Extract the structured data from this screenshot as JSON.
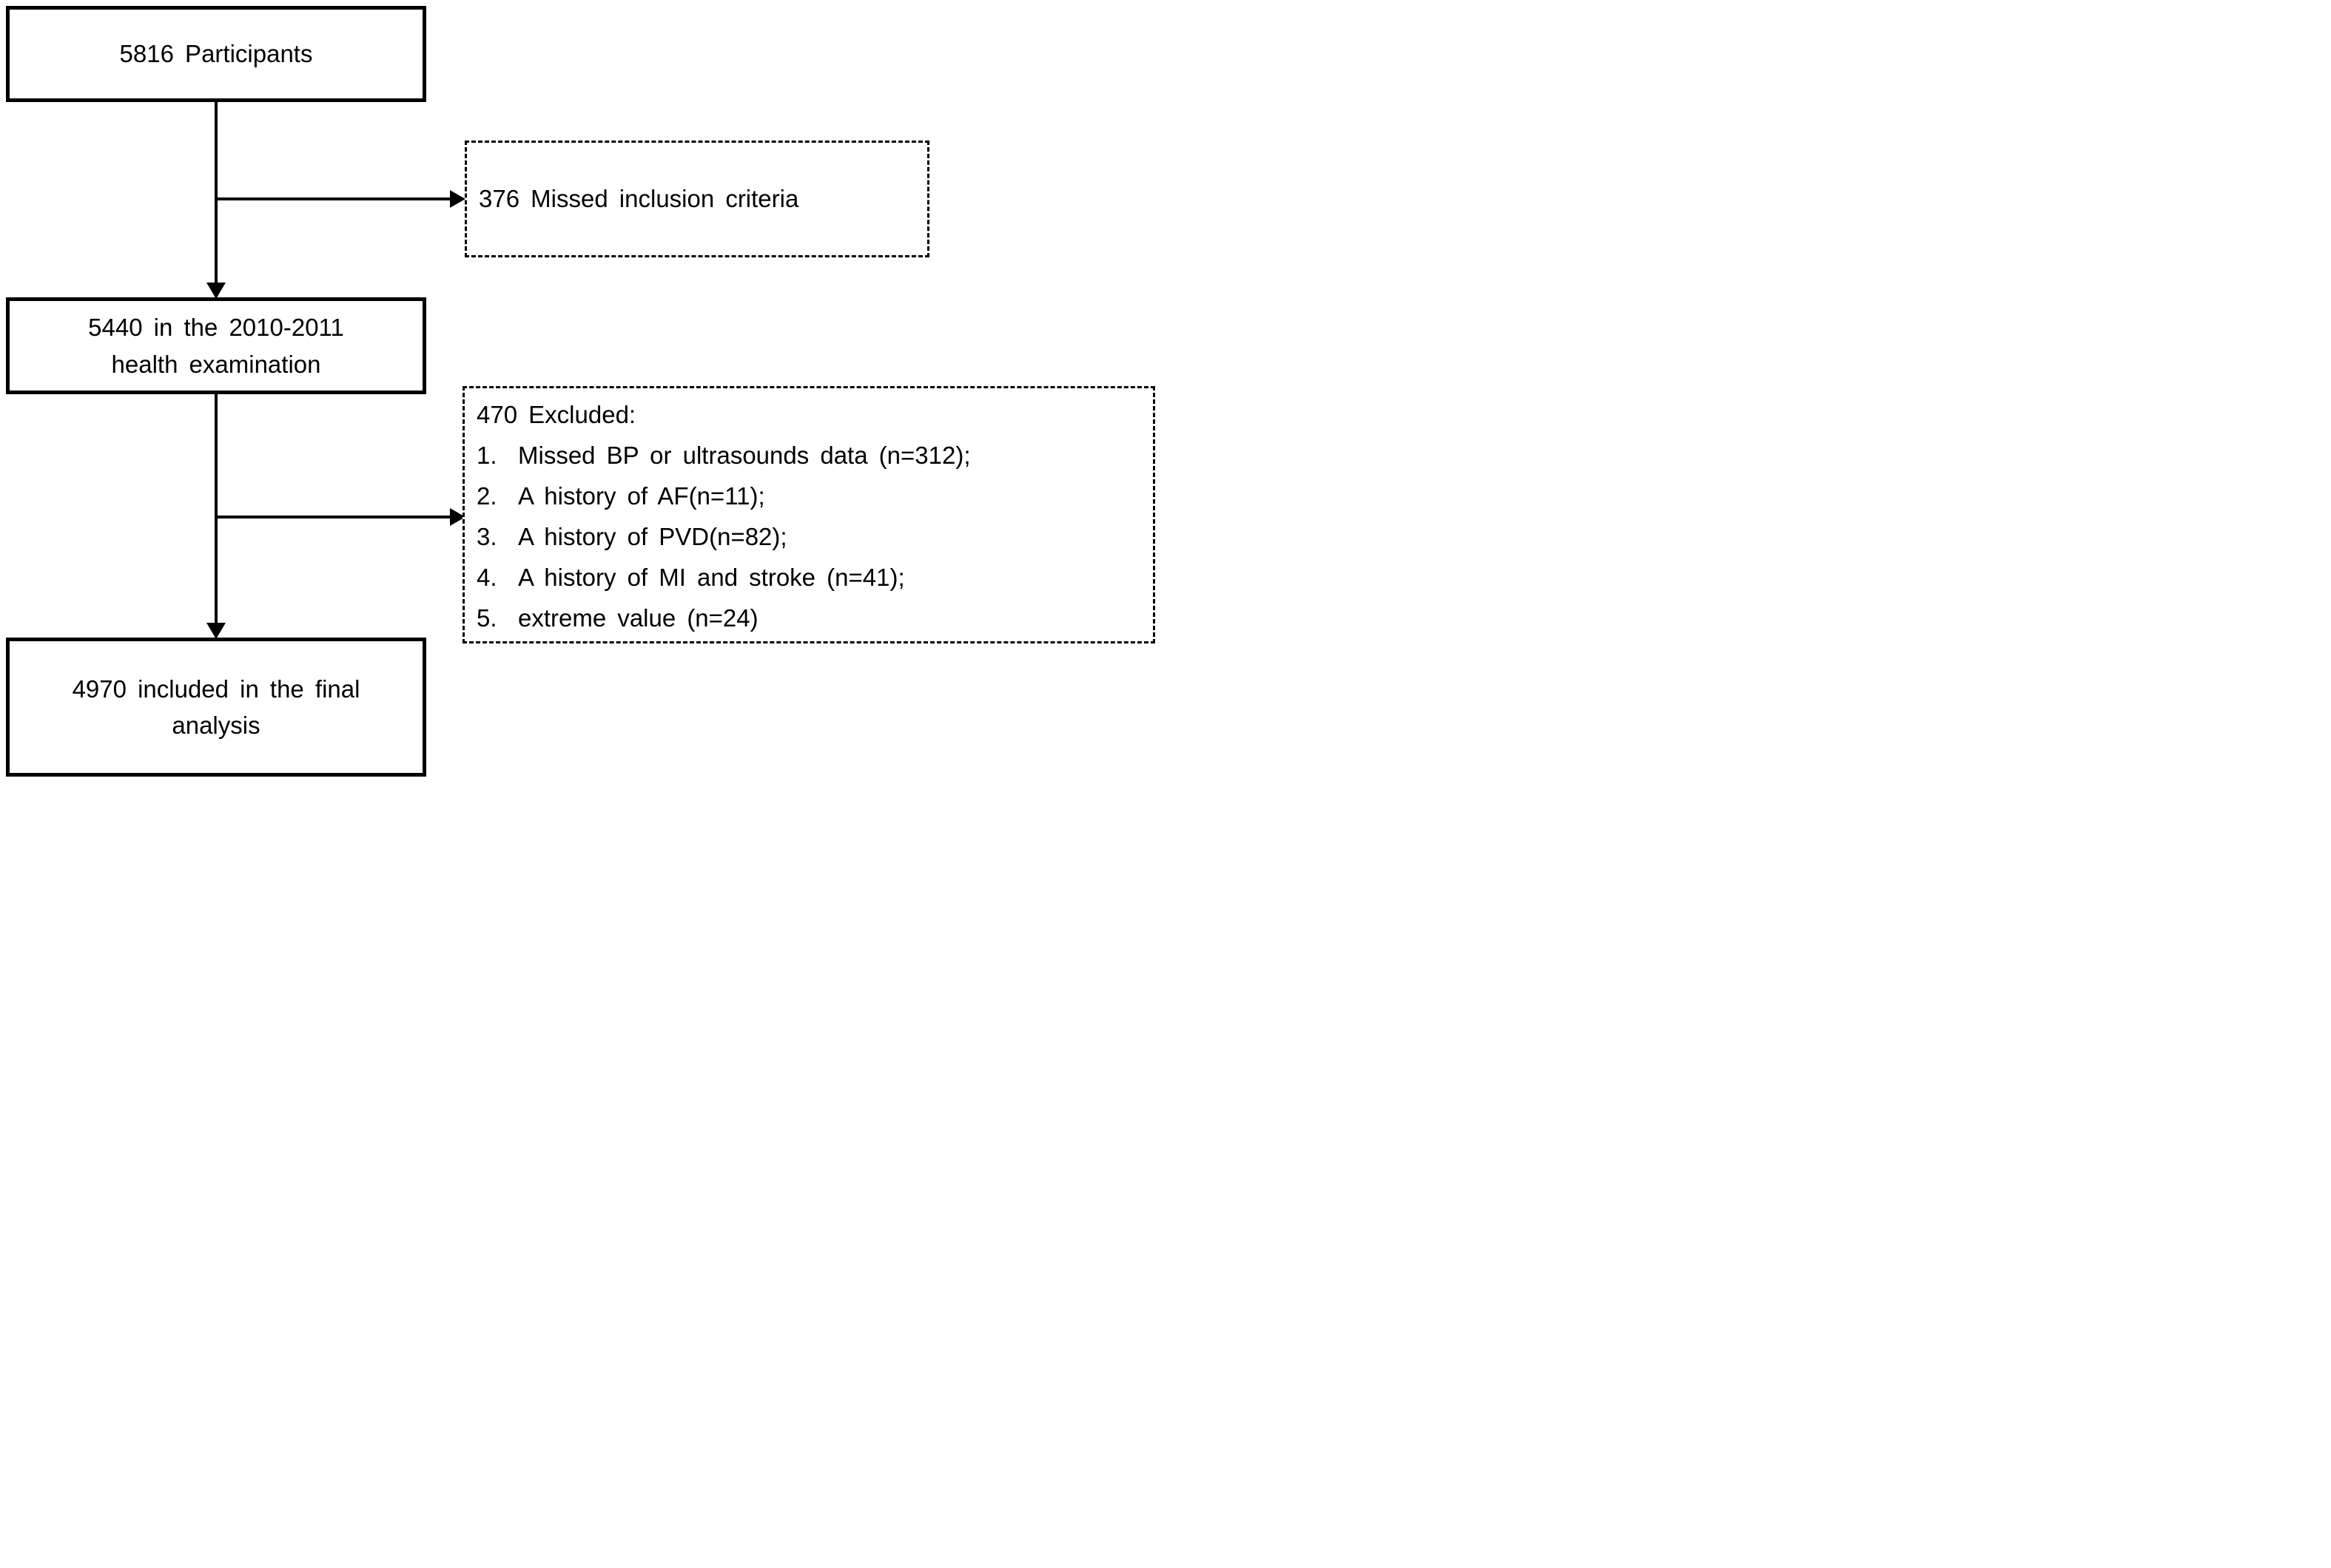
{
  "diagram": {
    "type": "participant-flow-chart",
    "colors": {
      "line": "#000000",
      "text": "#000000",
      "background": "#ffffff"
    },
    "boxes": {
      "participants": {
        "label": "5816 Participants",
        "border_style": "solid"
      },
      "missed_inclusion": {
        "label": "376 Missed inclusion criteria",
        "border_style": "dashed"
      },
      "health_exam": {
        "label": "5440 in the 2010-2011 health examination",
        "border_style": "solid"
      },
      "excluded": {
        "title": "470 Excluded:",
        "border_style": "dashed",
        "items": [
          {
            "num": "1.",
            "text": "Missed BP or ultrasounds data (n=312);"
          },
          {
            "num": "2.",
            "text": "A history of AF(n=11);"
          },
          {
            "num": "3.",
            "text": "A history of PVD(n=82);"
          },
          {
            "num": "4.",
            "text": "A history of MI and stroke (n=41);"
          },
          {
            "num": "5.",
            "text": "extreme value (n=24)"
          }
        ]
      },
      "final_analysis": {
        "label": "4970 included in the final analysis",
        "border_style": "solid"
      }
    }
  }
}
